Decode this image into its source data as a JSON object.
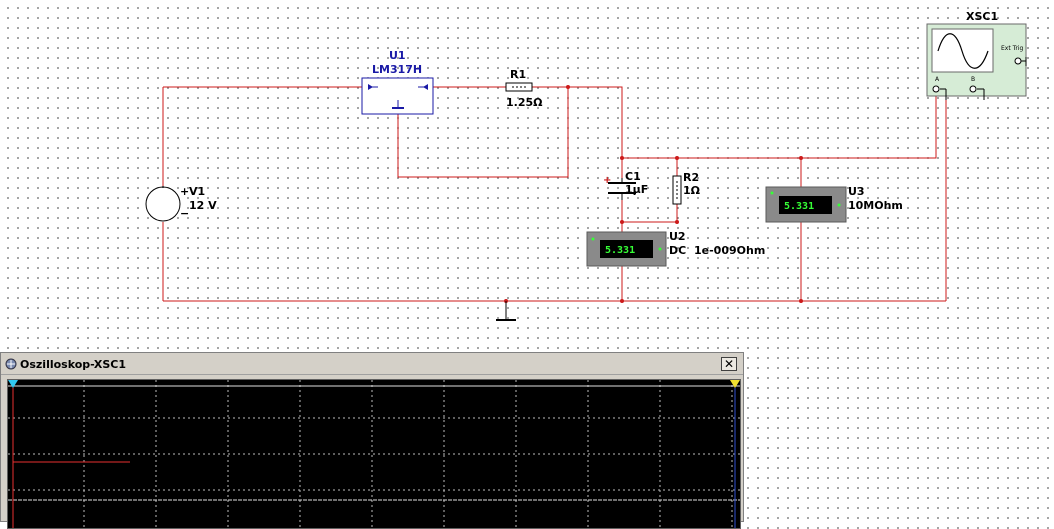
{
  "circuit": {
    "regulator": {
      "name": "U1",
      "part": "LM317H"
    },
    "resistor1": {
      "name": "R1",
      "value": "1.25Ω"
    },
    "source": {
      "name": "V1",
      "value": "12 V",
      "plus": "+",
      "minus": "−"
    },
    "capacitor": {
      "name": "C1",
      "value": "1µF",
      "plus": "+"
    },
    "resistor2": {
      "name": "R2",
      "value": "1Ω"
    },
    "ammeter": {
      "name": "U2",
      "reading": "5.331",
      "mode": "DC",
      "resistance": "1e-009Ohm"
    },
    "voltmeter": {
      "name": "U3",
      "reading": "5.331",
      "resistance": "10MOhm"
    },
    "scope_instrument": {
      "name": "XSC1",
      "ext_trig": "Ext Trig",
      "channel_a": "A",
      "channel_b": "B"
    }
  },
  "scope_window": {
    "title": "Oszilloskop-XSC1",
    "close_label": "✕"
  },
  "colors": {
    "wire": "#cc1a1a",
    "component_blue": "#1a1aa6",
    "meter_display": "#36ff36",
    "meter_body": "#8a8a8a",
    "scope_body": "#d6ecd6",
    "trace_a": "#e83030",
    "cursor_1": "#30c8f0",
    "cursor_2": "#f0e030"
  }
}
